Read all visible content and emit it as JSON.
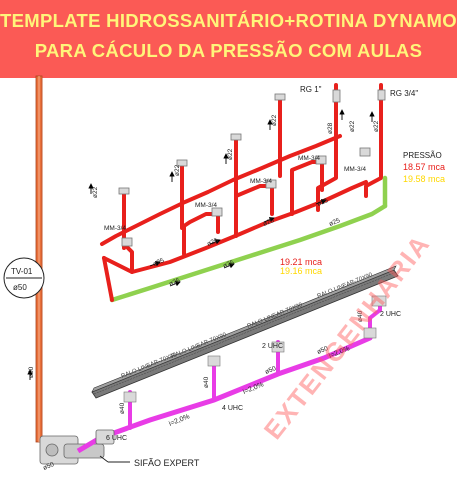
{
  "banner": {
    "line1": "TEMPLATE HIDROSSANITÁRIO+ROTINA DYNAMO",
    "line2": "PARA CÁCULO DA PRESSÃO COM AULAS",
    "background": "#fb5a55",
    "text_color": "#fff57a"
  },
  "colors": {
    "cold_water_pipe": "#e8201c",
    "green_pipe": "#8fd14f",
    "sewer_pipe": "#e83ce6",
    "vent_pipe": "#e8703a",
    "fitting": "#d9d9d9",
    "pressure_red": "#e8201c",
    "pressure_yellow": "#ffd800",
    "watermark": "#ff5a5a"
  },
  "labels": {
    "rg_1": "RG 1\"",
    "rg_34": "RG 3/4\"",
    "mm_34": "MM-3/4",
    "d22": "ø22",
    "d25": "ø25",
    "d28": "ø28",
    "d40": "ø40",
    "d50": "ø50",
    "tv_01": "TV-01",
    "tv_d50": "ø50",
    "ralo": "RALO LINEAR-70X90",
    "uhc_2": "2 UHC",
    "uhc_4": "4 UHC",
    "uhc_6": "6 UHC",
    "slope": "i=2,0%",
    "sifao": "SIFÃO EXPERT",
    "watermark": "EXTENGENHARIA"
  },
  "pressure": {
    "title": "PRESSÃO",
    "upper_red": "18.57 mca",
    "upper_yellow": "19.58 mca",
    "lower_red": "19.21 mca",
    "lower_yellow": "19.16 mca"
  }
}
